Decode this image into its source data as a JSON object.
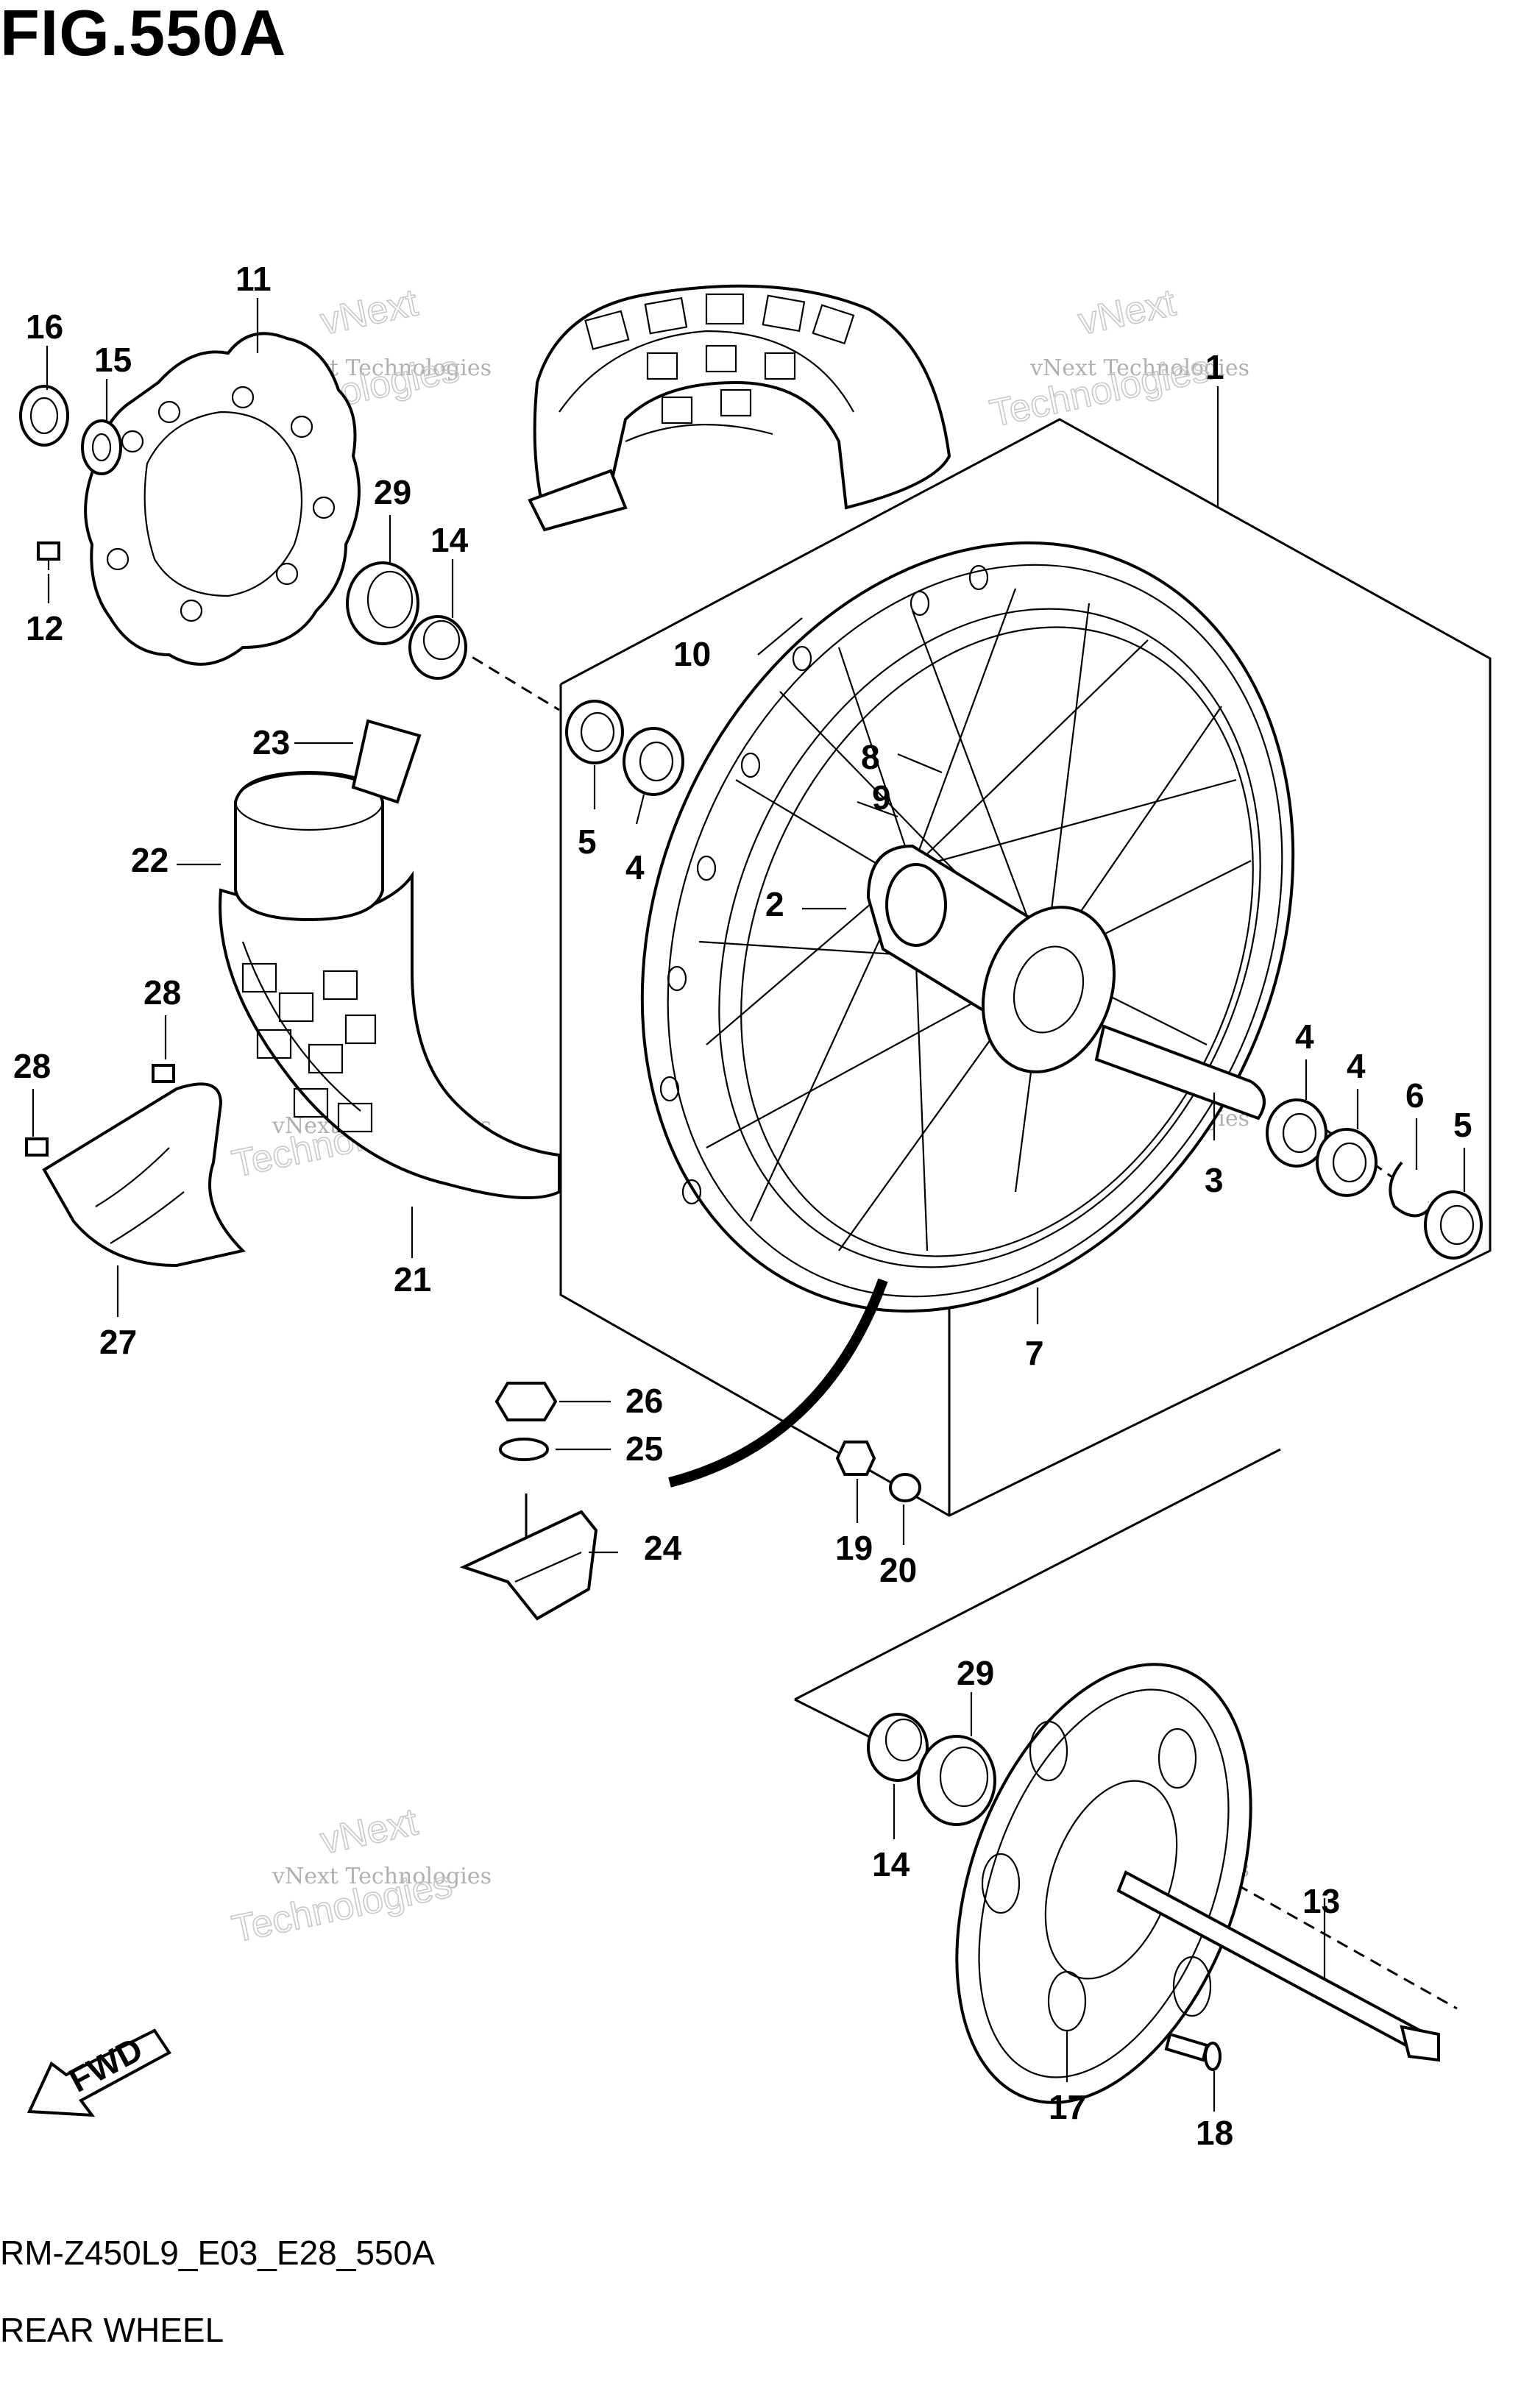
{
  "figure": {
    "title": "FIG.550A"
  },
  "footer": {
    "code": "RM-Z450L9_E03_E28_550A",
    "name": "REAR WHEEL"
  },
  "fwd_label": "FWD",
  "watermark": {
    "line1": "vNext Technologies",
    "line2": "vNext",
    "line3": "Technologies"
  },
  "callouts": [
    "1",
    "2",
    "3",
    "4",
    "4",
    "4",
    "5",
    "5",
    "6",
    "7",
    "8",
    "9",
    "10",
    "11",
    "12",
    "13",
    "14",
    "14",
    "15",
    "16",
    "17",
    "18",
    "19",
    "20",
    "21",
    "22",
    "23",
    "24",
    "25",
    "26",
    "27",
    "28",
    "28",
    "29",
    "29"
  ]
}
